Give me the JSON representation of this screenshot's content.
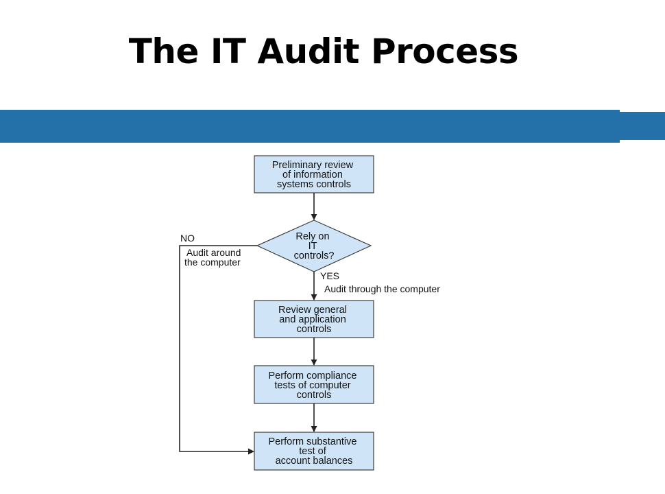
{
  "title": "The IT Audit Process",
  "colors": {
    "band": "#2470a8",
    "box_fill": "#cfe5f7",
    "line": "#222222"
  },
  "flow": {
    "step1": [
      "Preliminary review",
      "of information",
      "systems controls"
    ],
    "decision": [
      "Rely on",
      "IT",
      "controls?"
    ],
    "no_label": "NO",
    "no_note": [
      "Audit around",
      "the computer"
    ],
    "yes_label": "YES",
    "yes_note": "Audit through the computer",
    "step2": [
      "Review general",
      "and application",
      "controls"
    ],
    "step3": [
      "Perform compliance",
      "tests of computer",
      "controls"
    ],
    "step4": [
      "Perform substantive",
      "test of",
      "account balances"
    ]
  }
}
